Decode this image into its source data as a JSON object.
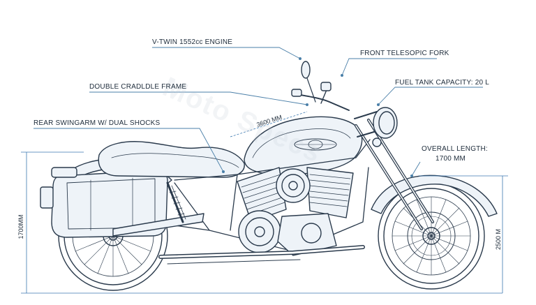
{
  "labels": {
    "engine": "V-TWIN 1552cc ENGINE",
    "fork": "FRONT TELESOPIC FORK",
    "frame": "DOUBLE CRADLDLE FRAME",
    "fuel": "FUEL TANK CAPACITY: 20 L",
    "swingarm": "REAR SWINGARM W/ DUAL SHOCKS",
    "overall_title": "OVERALL LENGTH:",
    "overall_value": "1700 MM"
  },
  "dimensions": {
    "wheelbase": "3600 MM",
    "left_height": "1700MM",
    "right_height": "2500 M"
  },
  "watermark": "Moto Specs",
  "colors": {
    "line": "#2a3a4c",
    "leader": "#4a7fa8",
    "fill": "#eef3f8",
    "accent": "#3c78b0"
  }
}
